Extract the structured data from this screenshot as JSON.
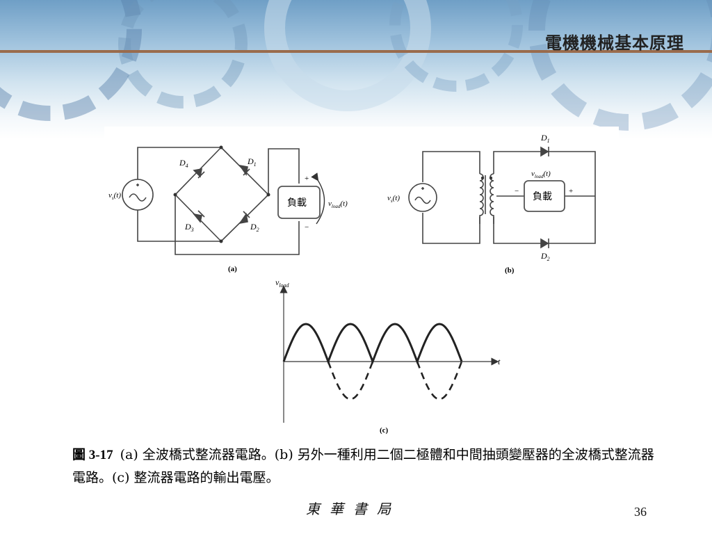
{
  "header": {
    "course_title": "電機機械基本原理"
  },
  "circuit_a": {
    "d4": "D",
    "d4_sub": "4",
    "d1": "D",
    "d1_sub": "1",
    "d3": "D",
    "d3_sub": "3",
    "d2": "D",
    "d2_sub": "2",
    "source": "v",
    "source_sub": "s",
    "source_arg": "(t)",
    "load": "負載",
    "vload": "v",
    "vload_sub": "load",
    "vload_arg": "(t)",
    "plus": "+",
    "minus": "−",
    "label": "(a)"
  },
  "circuit_b": {
    "d1": "D",
    "d1_sub": "1",
    "d2": "D",
    "d2_sub": "2",
    "source": "v",
    "source_sub": "s",
    "source_arg": "(t)",
    "load": "負載",
    "vload": "v",
    "vload_sub": "load",
    "vload_arg": "(t)",
    "plus": "+",
    "minus": "−",
    "label": "(b)"
  },
  "waveform_c": {
    "ylabel": "v",
    "ylabel_sub": "load",
    "xlabel": "t",
    "label": "(c)"
  },
  "caption": {
    "figure_number": "圖 3-17",
    "text": "(a) 全波橋式整流器電路。(b) 另外一種利用二個二極體和中間抽頭變壓器的全波橋式整流器電路。(c) 整流器電路的輸出電壓。"
  },
  "footer": {
    "publisher": "東華書局",
    "page_number": "36"
  }
}
